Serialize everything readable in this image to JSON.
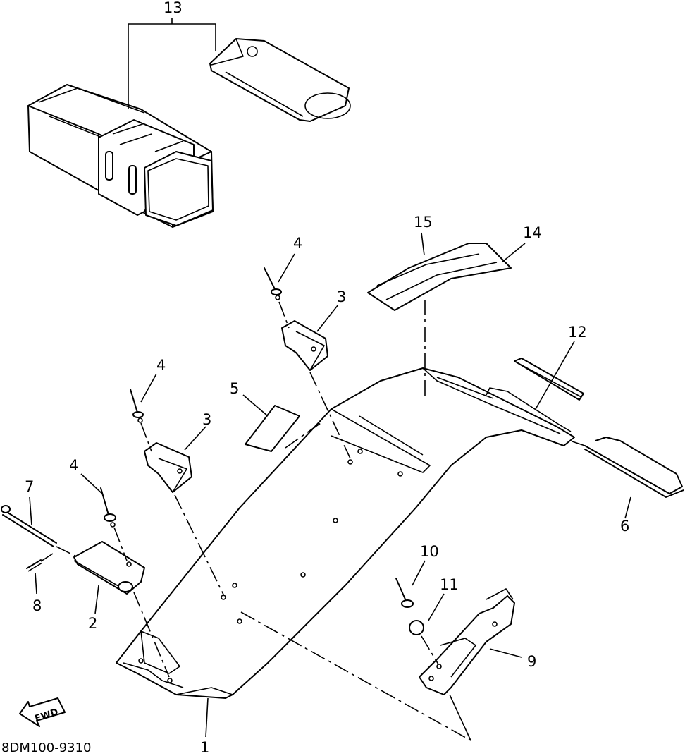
{
  "diagram": {
    "drawing_code": "8DM100-9310",
    "fwd_label": "FWD",
    "callouts": {
      "c1": "1",
      "c2": "2",
      "c3a": "3",
      "c3b": "3",
      "c4a": "4",
      "c4b": "4",
      "c4c": "4",
      "c5": "5",
      "c6": "6",
      "c7": "7",
      "c8": "8",
      "c9": "9",
      "c10": "10",
      "c11": "11",
      "c12": "12",
      "c13": "13",
      "c14": "14",
      "c15": "15"
    }
  }
}
